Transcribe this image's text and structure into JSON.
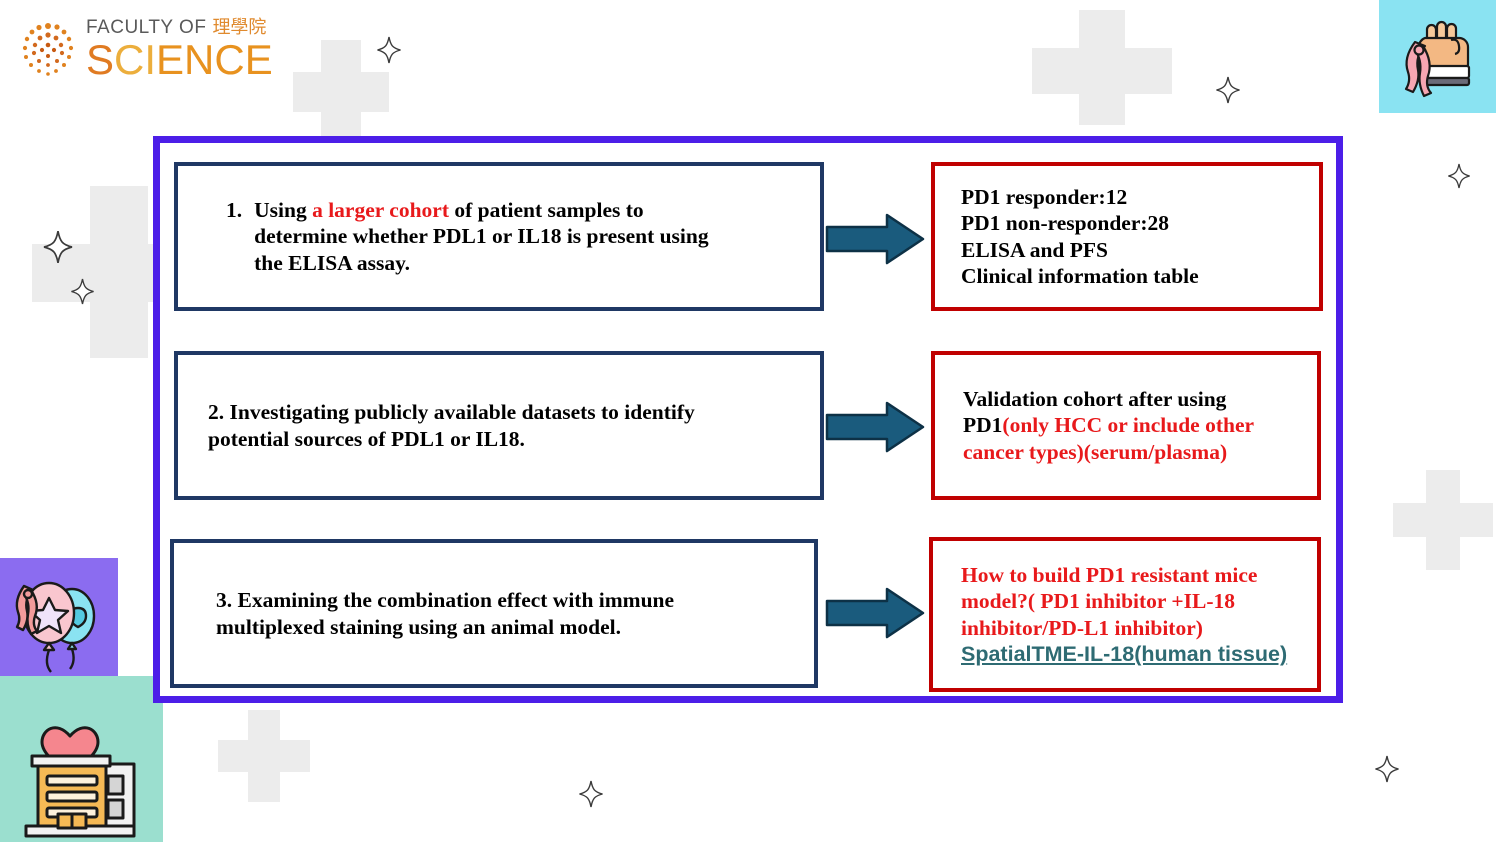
{
  "logo": {
    "faculty": "FACULTY OF",
    "chinese": "理學院",
    "science": "SCIENCE",
    "science_s": "S",
    "science_ci": "CI",
    "science_ence": "ENCE"
  },
  "colors": {
    "frame_border": "#4c1ee8",
    "left_box_border": "#1f3864",
    "right_box_border": "#c00000",
    "arrow": "#1a5b7d",
    "highlight_red": "#e8191b",
    "link_teal": "#2e6b73",
    "deco_gray": "#ececec",
    "icon_cyan": "#8ae3f2",
    "icon_purple": "#8b6cf0",
    "icon_mint": "#9bdfcf"
  },
  "rows": [
    {
      "left": {
        "number": "1.",
        "lines": [
          {
            "segments": [
              {
                "text": "Using ",
                "style": "black"
              },
              {
                "text": "a larger cohort",
                "style": "red"
              },
              {
                "text": " of patient samples to",
                "style": "black"
              }
            ]
          },
          {
            "segments": [
              {
                "text": "determine whether PDL1 or IL18 is present using",
                "style": "black"
              }
            ]
          },
          {
            "segments": [
              {
                "text": "the ELISA assay.",
                "style": "black"
              }
            ]
          }
        ]
      },
      "arrow": "arrow-right-icon",
      "right": {
        "lines": [
          {
            "segments": [
              {
                "text": "PD1 responder:12",
                "style": "black"
              }
            ]
          },
          {
            "segments": [
              {
                "text": "PD1 non-responder:28",
                "style": "black"
              }
            ]
          },
          {
            "segments": [
              {
                "text": "ELISA and PFS",
                "style": "black"
              }
            ]
          },
          {
            "segments": [
              {
                "text": "Clinical information table",
                "style": "black"
              }
            ]
          }
        ]
      }
    },
    {
      "left": {
        "number": "",
        "lines": [
          {
            "segments": [
              {
                "text": "2. Investigating publicly available datasets to identify",
                "style": "black"
              }
            ]
          },
          {
            "segments": [
              {
                "text": "potential sources of PDL1 or IL18.",
                "style": "black"
              }
            ]
          }
        ]
      },
      "arrow": "arrow-right-icon",
      "right": {
        "lines": [
          {
            "segments": [
              {
                "text": "Validation cohort after using",
                "style": "black"
              }
            ]
          },
          {
            "segments": [
              {
                "text": "PD1",
                "style": "black"
              },
              {
                "text": "(only HCC or include other",
                "style": "red"
              }
            ]
          },
          {
            "segments": [
              {
                "text": "cancer types)(serum/plasma)",
                "style": "red"
              }
            ]
          }
        ]
      }
    },
    {
      "left": {
        "number": "",
        "lines": [
          {
            "segments": [
              {
                "text": "3. Examining the combination effect with immune",
                "style": "black"
              }
            ]
          },
          {
            "segments": [
              {
                "text": "multiplexed staining using an animal model.",
                "style": "black"
              }
            ]
          }
        ]
      },
      "arrow": "arrow-right-icon",
      "right": {
        "lines": [
          {
            "segments": [
              {
                "text": "How to build PD1 resistant mice",
                "style": "red"
              }
            ]
          },
          {
            "segments": [
              {
                "text": "model?( PD1 inhibitor +IL-18",
                "style": "red"
              }
            ]
          },
          {
            "segments": [
              {
                "text": "inhibitor/PD-L1 inhibitor)",
                "style": "red"
              }
            ]
          },
          {
            "segments": [
              {
                "text": "SpatialTME-IL-18(human tissue)",
                "style": "link"
              }
            ]
          }
        ]
      }
    }
  ],
  "decorations": {
    "icons": [
      {
        "name": "fist-ribbon-icon",
        "label": "raised fist with pink awareness ribbon"
      },
      {
        "name": "balloons-ribbon-icon",
        "label": "balloons with awareness ribbon"
      },
      {
        "name": "hospital-heart-icon",
        "label": "hospital building with heart"
      }
    ],
    "crosses": 5,
    "sparkles": 7
  }
}
